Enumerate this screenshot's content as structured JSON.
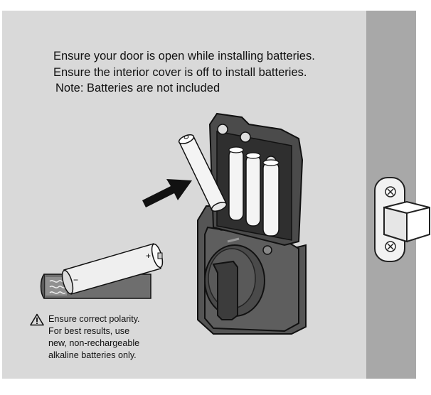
{
  "instructions": {
    "line1": "Ensure your door is open while installing batteries.",
    "line2": "Ensure the interior cover is off to install batteries.",
    "note": "Note: Batteries are not included"
  },
  "warning": {
    "icon": "warning-triangle-icon",
    "line1": "Ensure correct polarity.",
    "line2": "For best results, use",
    "line3": "new, non-rechargeable",
    "line4": "alkaline batteries only."
  },
  "battery": {
    "plus_symbol": "+",
    "minus_symbol": "−"
  },
  "colors": {
    "panel": "#d9d9d9",
    "door_edge": "#a8a8a8",
    "lock_body": "#444444",
    "battery": "#f4f4f4"
  }
}
